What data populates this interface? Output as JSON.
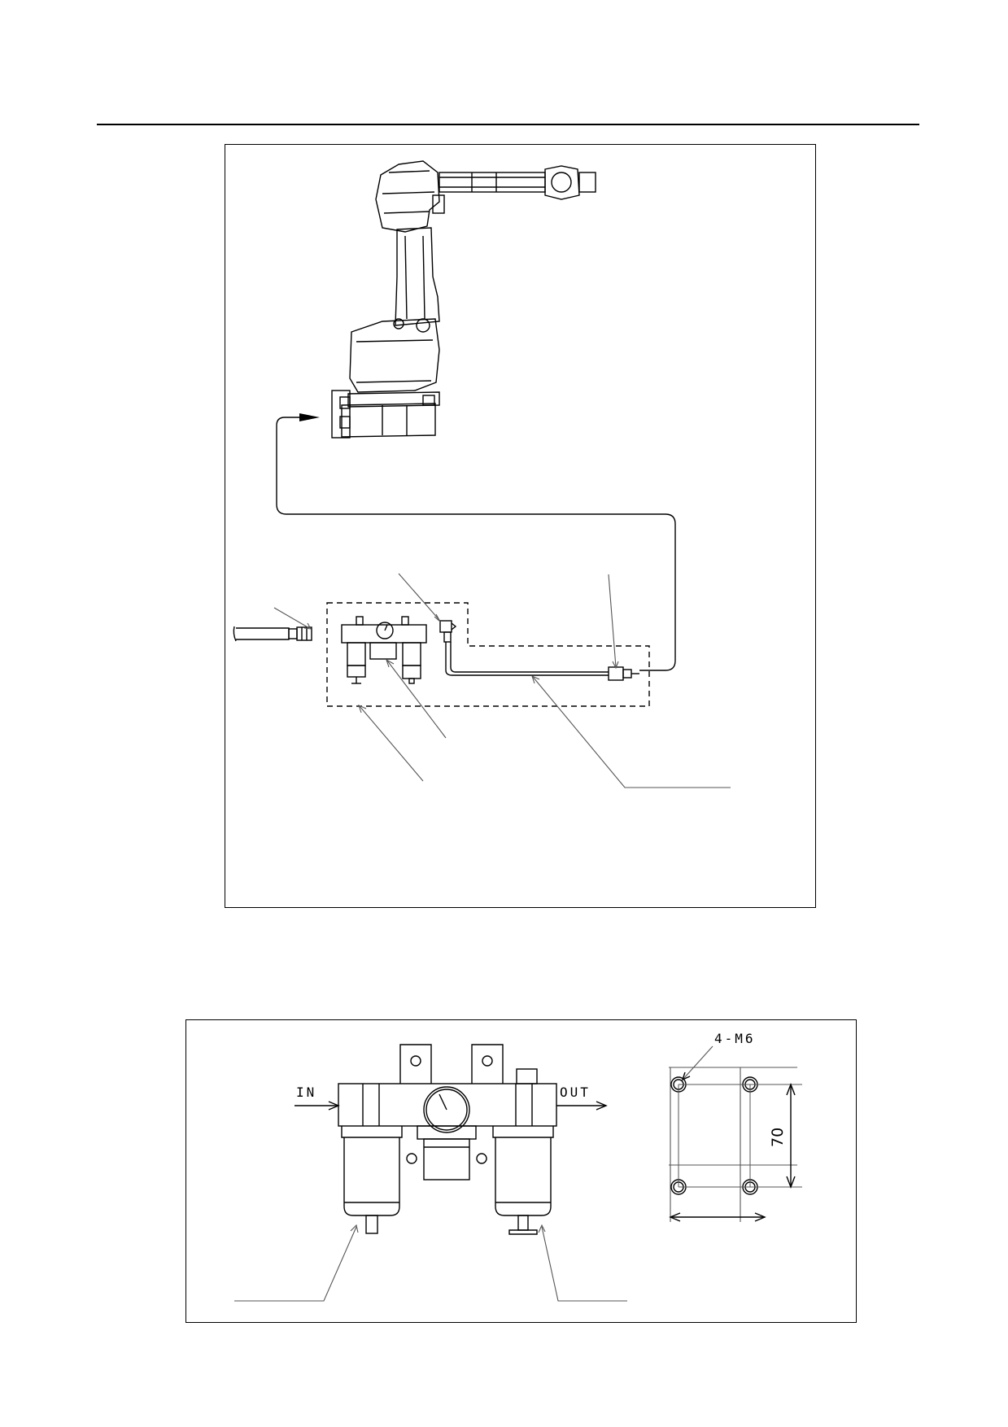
{
  "labels": {
    "inlet": "IN",
    "outlet": "OUT",
    "mount_holes": "4-M6",
    "hole_pitch_vertical": "70"
  },
  "colors": {
    "line": "#000000",
    "leader": "#555555",
    "background": "#ffffff"
  },
  "icons": [
    "robot-arm-icon",
    "pressure-gauge-icon",
    "filter-bowl-icon",
    "lubricator-bowl-icon",
    "elbow-fitting-icon",
    "solenoid-valve-icon",
    "hose-coupler-icon"
  ]
}
